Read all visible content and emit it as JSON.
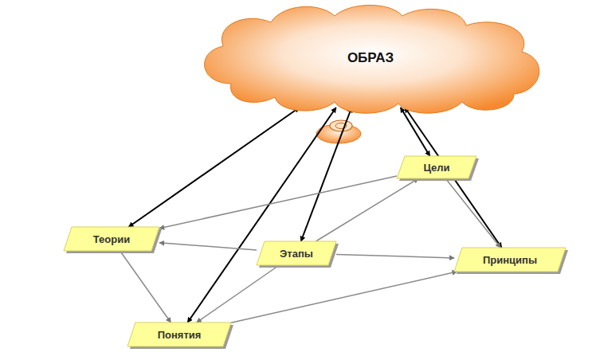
{
  "diagram": {
    "nodes": [
      {
        "text": [
          "ОБРАЗ"
        ]
      },
      {
        "text": [
          "Цели"
        ]
      },
      {
        "text": [
          "Теории"
        ]
      },
      {
        "text": [
          "Этапы"
        ]
      },
      {
        "text": [
          "Принципы"
        ]
      },
      {
        "text": [
          "Понятия"
        ]
      }
    ],
    "edges": [
      {
        "from": 0,
        "to": 1,
        "arrow": "both"
      },
      {
        "from": 0,
        "to": 2,
        "arrow": "both"
      },
      {
        "from": 0,
        "to": 3,
        "arrow": "both"
      },
      {
        "from": 0,
        "to": 4,
        "arrow": "both"
      },
      {
        "from": 0,
        "to": 5,
        "arrow": "both"
      },
      {
        "from": 1,
        "to": 2,
        "arrow": "to"
      },
      {
        "from": 1,
        "to": 4,
        "arrow": "to"
      },
      {
        "from": 3,
        "to": 1,
        "arrow": "to"
      },
      {
        "from": 3,
        "to": 2,
        "arrow": "to"
      },
      {
        "from": 3,
        "to": 4,
        "arrow": "to"
      },
      {
        "from": 3,
        "to": 5,
        "arrow": "to"
      },
      {
        "from": 2,
        "to": 5,
        "arrow": "to"
      },
      {
        "from": 5,
        "to": 4,
        "arrow": "to"
      }
    ]
  }
}
